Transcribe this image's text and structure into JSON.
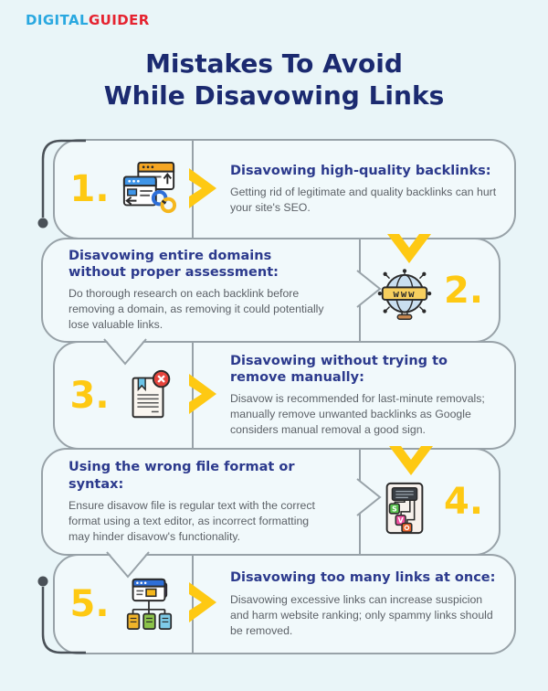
{
  "logo": {
    "part1": "DIGITAL",
    "part2": "GUIDER"
  },
  "title": {
    "line1": "Mistakes To Avoid",
    "line2": "While Disavowing Links"
  },
  "colors": {
    "background": "#e9f5f8",
    "card_background": "#f1f9fb",
    "border_gray": "#98a2a8",
    "title_navy": "#1b2a70",
    "heading_blue": "#2c3a8d",
    "body_gray": "#5c6167",
    "accent_yellow": "#fec913",
    "logo_cyan": "#29a8e0",
    "logo_red": "#e52330",
    "connector_dark_gray": "#4a5158"
  },
  "items": [
    {
      "number": "1.",
      "icon": "browser-link-icon",
      "heading": "Disavowing high-quality backlinks:",
      "body": "Getting rid of legitimate and quality backlinks can hurt your site's SEO."
    },
    {
      "number": "2.",
      "icon": "globe-www-icon",
      "heading": "Disavowing entire domains without proper assessment:",
      "body": "Do thorough research on each backlink before removing a domain, as removing it could potentially lose valuable links."
    },
    {
      "number": "3.",
      "icon": "document-remove-icon",
      "heading": "Disavowing without trying to remove manually:",
      "body": "Disavow is recommended for last-minute removals; manually remove unwanted backlinks as Google considers manual removal a good sign."
    },
    {
      "number": "4.",
      "icon": "file-syntax-icon",
      "heading": "Using the wrong file format or syntax:",
      "body": "Ensure disavow file is regular text with the correct format using a text editor, as incorrect formatting may hinder disavow's functionality."
    },
    {
      "number": "5.",
      "icon": "sitemap-links-icon",
      "heading": "Disavowing too many links at once:",
      "body": "Disavowing excessive links can increase suspicion and harm website ranking; only spammy links should be removed."
    }
  ]
}
